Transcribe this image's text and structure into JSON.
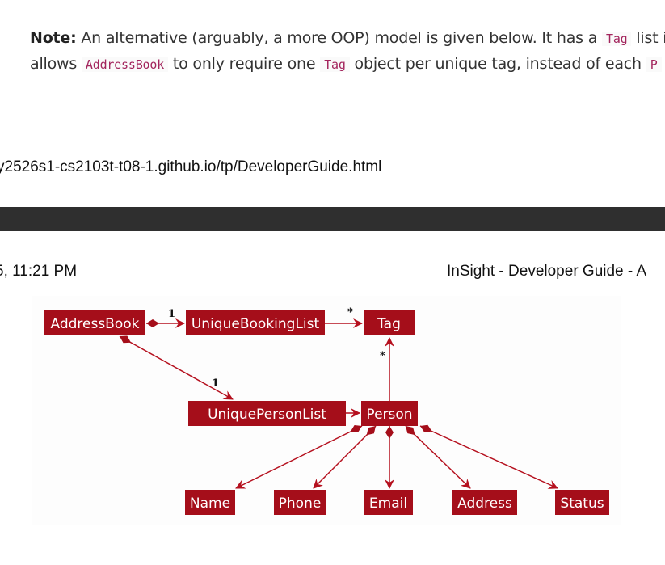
{
  "note": {
    "label": "Note:",
    "line1_text_a": " An alternative (arguably, a more OOP) model is given below. It has a ",
    "line1_code_a": "Tag",
    "line1_text_b": " list in",
    "line2_text_a": "allows ",
    "line2_code_a": "AddressBook",
    "line2_text_b": " to only require one ",
    "line2_code_b": "Tag",
    "line2_text_c": " object per unique tag, instead of each ",
    "line2_code_c": "P"
  },
  "print": {
    "url": "y2526s1-cs2103t-t08-1.github.io/tp/DeveloperGuide.html",
    "date": "5, 11:21 PM",
    "title": "InSight - Developer Guide - A"
  },
  "diagram": {
    "nodes": {
      "address_book": "AddressBook",
      "unique_booking_list": "UniqueBookingList",
      "tag": "Tag",
      "unique_person_list": "UniquePersonList",
      "person": "Person",
      "name": "Name",
      "phone": "Phone",
      "email": "Email",
      "address": "Address",
      "status": "Status"
    },
    "multiplicities": {
      "booking_list": "1",
      "tag_from_booking": "*",
      "tag_from_person": "*",
      "person_list": "1"
    },
    "colors": {
      "node_fill": "#a50e1a",
      "edge": "#b5101e"
    }
  }
}
